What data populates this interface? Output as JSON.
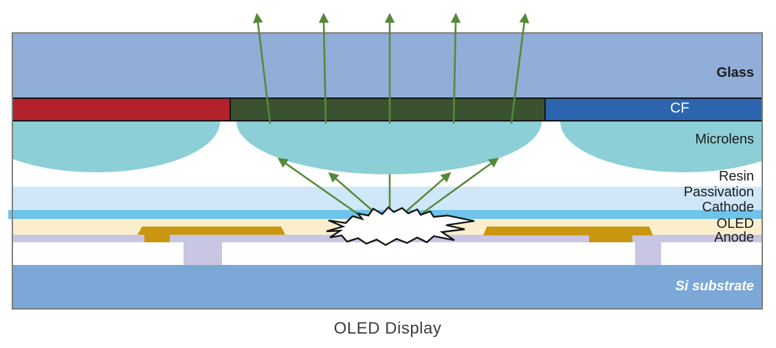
{
  "diagram": {
    "caption": "OLED Display",
    "layer_labels": {
      "glass": "Glass",
      "cf": "CF",
      "microlens": "Microlens",
      "resin": "Resin",
      "passivation": "Passivation",
      "cathode": "Cathode",
      "oled": "OLED",
      "anode": "Anode",
      "si_substrate": "Si substrate"
    },
    "cf_segments": [
      "red",
      "green",
      "blue"
    ]
  },
  "colors": {
    "glass": "#91aed8",
    "cf-red": "#b2222b",
    "cf-green": "#3a5230",
    "cf-blue": "#2d64af",
    "lens": "#8ccfd7",
    "passivation": "#cfe7f8",
    "cathode": "#6ec3ea",
    "oled": "#fbeecd",
    "anode": "#c9c6e3",
    "si": "#7ba8d6",
    "gold": "#c8970f",
    "ray": "#55893a",
    "frame-border": "#7d7d7d",
    "outline": "#141414",
    "label": "#1a1a1a",
    "caption": "#3c3c3c"
  }
}
